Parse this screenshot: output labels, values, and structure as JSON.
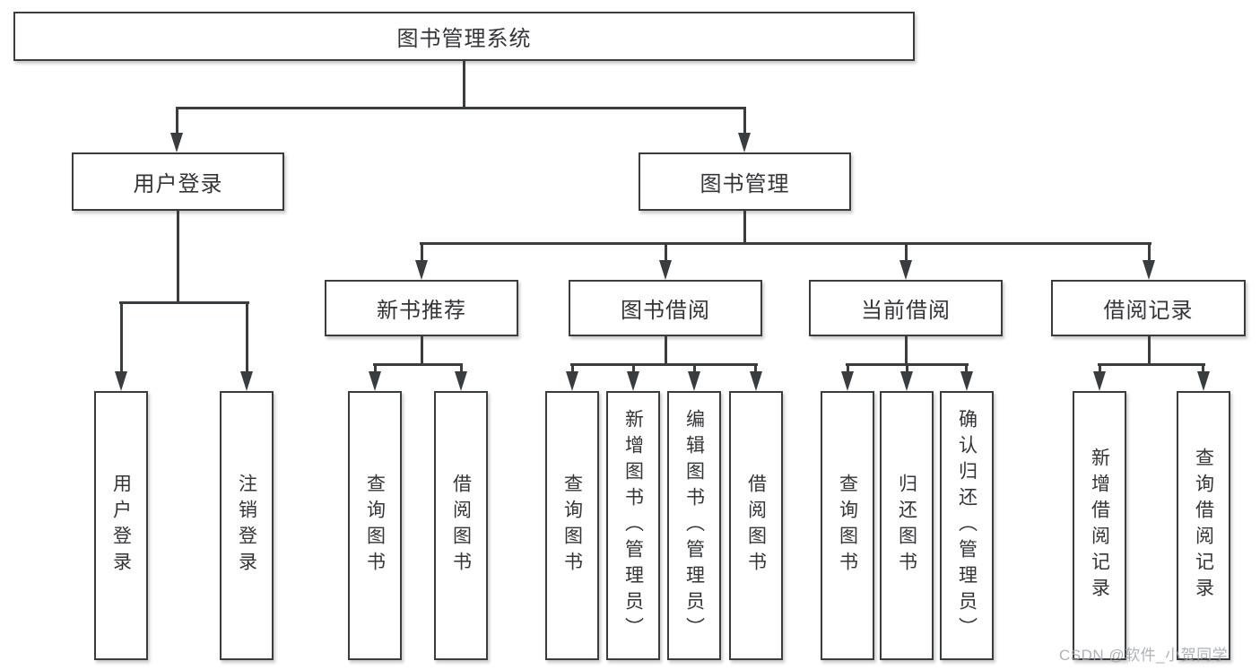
{
  "page": {
    "background": "#ffffff"
  },
  "colors": {
    "line": "#3a3d40",
    "box_border": "#3a3d40",
    "box_fill": "#ffffff",
    "text": "#333538",
    "watermark": "#a5aaaf"
  },
  "tree": {
    "root": {
      "label": "图书管理系统"
    },
    "level2": [
      {
        "label": "用户登录",
        "children": [
          "用户登录",
          "注销登录"
        ]
      },
      {
        "label": "图书管理",
        "children": [
          {
            "label": "新书推荐",
            "children": [
              "查询图书",
              "借阅图书"
            ]
          },
          {
            "label": "图书借阅",
            "children": [
              "查询图书",
              "新增图书（管理员）",
              "编辑图书（管理员）",
              "借阅图书"
            ]
          },
          {
            "label": "当前借阅",
            "children": [
              "查询图书",
              "归还图书",
              "确认归还（管理员）"
            ]
          },
          {
            "label": "借阅记录",
            "children": [
              "新增借阅记录",
              "查询借阅记录"
            ]
          }
        ]
      }
    ]
  },
  "watermark": {
    "text": "CSDN @软件_小贺同学"
  }
}
